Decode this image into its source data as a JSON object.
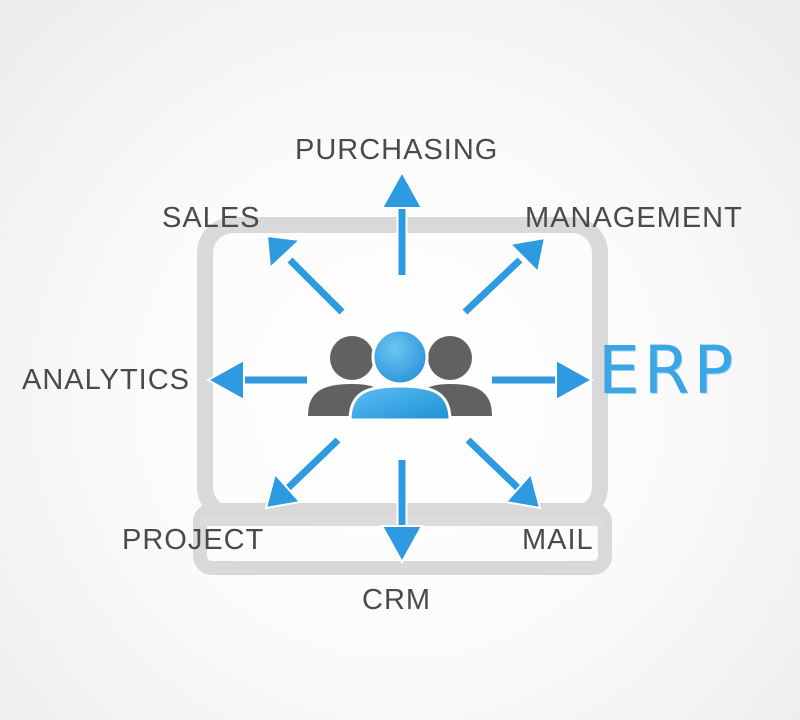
{
  "title": "ERP",
  "hub": {
    "icon": "people-group-icon"
  },
  "modules": [
    {
      "id": "purchasing",
      "label": "PURCHASING"
    },
    {
      "id": "sales",
      "label": "SALES"
    },
    {
      "id": "management",
      "label": "MANAGEMENT"
    },
    {
      "id": "analytics",
      "label": "ANALYTICS"
    },
    {
      "id": "project",
      "label": "PROJECT"
    },
    {
      "id": "crm",
      "label": "CRM"
    },
    {
      "id": "mail",
      "label": "MAIL"
    }
  ],
  "colors": {
    "accent": "#3aa6e6",
    "text": "#4a4a4a",
    "laptop": "#d9d9d9",
    "people_dark": "#616161"
  }
}
